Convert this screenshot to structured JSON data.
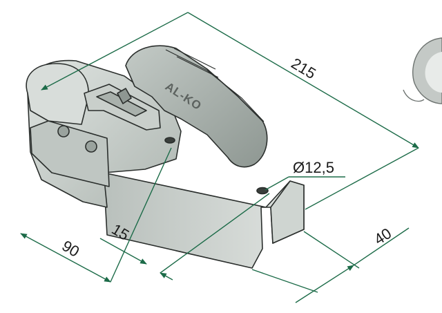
{
  "dimensions": {
    "length": "215",
    "bolt_spacing": "90",
    "bolt_offset": "15",
    "hole_diameter": "Ø12,5",
    "channel_width": "40"
  },
  "brand": "AL-KO",
  "colors": {
    "dimension_line": "#1c6b48",
    "metal": "#c8cfca",
    "metal_dark": "#9aa39e",
    "outline": "#2a2e2c"
  }
}
